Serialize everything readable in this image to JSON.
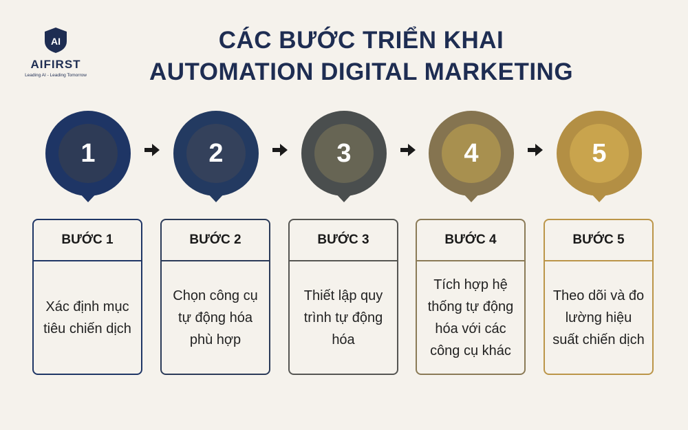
{
  "brand": {
    "name": "AIFIRST",
    "mark_text": "AI",
    "tagline": "Leading AI - Leading Tomorrow"
  },
  "title": {
    "line1": "CÁC BƯỚC TRIỂN KHAI",
    "line2": "AUTOMATION DIGITAL MARKETING"
  },
  "steps": [
    {
      "number": "1",
      "label": "BƯỚC 1",
      "description": "Xác định mục tiêu chiến dịch",
      "ring_color": "#1e3565",
      "inner_color": "#2e3b56",
      "border_color": "#1e3565"
    },
    {
      "number": "2",
      "label": "BƯỚC 2",
      "description": "Chọn công cụ tự động hóa phù hợp",
      "ring_color": "#233a61",
      "inner_color": "#34415b",
      "border_color": "#2a3a58"
    },
    {
      "number": "3",
      "label": "BƯỚC 3",
      "description": "Thiết lập quy trình tự động hóa",
      "ring_color": "#4a4e4e",
      "inner_color": "#676554",
      "border_color": "#555552"
    },
    {
      "number": "4",
      "label": "BƯỚC 4",
      "description": "Tích hợp hệ thống tự động hóa với các công cụ khác",
      "ring_color": "#857450",
      "inner_color": "#a8904f",
      "border_color": "#8a7a56"
    },
    {
      "number": "5",
      "label": "BƯỚC 5",
      "description": "Theo dõi và đo lường hiệu suất chiến dịch",
      "ring_color": "#b38f44",
      "inner_color": "#c9a44d",
      "border_color": "#bb9548"
    }
  ]
}
